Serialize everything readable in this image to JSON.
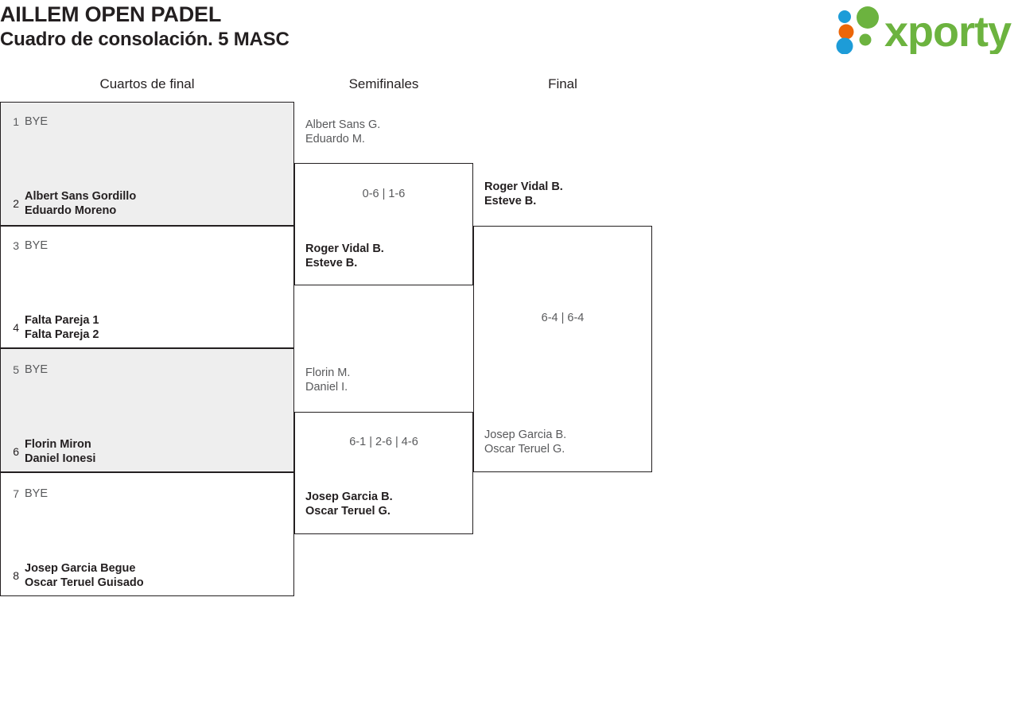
{
  "header": {
    "tournament": "AILLEM OPEN PADEL",
    "subtitle": "Cuadro de consolación. 5 MASC",
    "logo_text": "xporty",
    "logo_colors": {
      "green": "#6cb33f",
      "orange": "#ec6608",
      "blue": "#1d9cd8"
    }
  },
  "rounds": [
    {
      "key": "quarterfinals",
      "label": "Cuartos de final"
    },
    {
      "key": "semifinals",
      "label": "Semifinales"
    },
    {
      "key": "final",
      "label": "Final"
    }
  ],
  "colors": {
    "shaded_row": "#eeeeee",
    "border": "#231f20",
    "winner_text": "#231f20",
    "loser_text": "#58595b"
  },
  "quarterfinals": [
    {
      "shaded": true,
      "top": {
        "seed": "1",
        "line1": "BYE",
        "line2": "",
        "status": "bye"
      },
      "bottom": {
        "seed": "2",
        "line1": "Albert Sans Gordillo",
        "line2": "Eduardo Moreno",
        "status": "winner"
      }
    },
    {
      "shaded": false,
      "top": {
        "seed": "3",
        "line1": "BYE",
        "line2": "",
        "status": "bye"
      },
      "bottom": {
        "seed": "4",
        "line1": "Falta Pareja 1",
        "line2": "Falta Pareja 2",
        "status": "winner"
      }
    },
    {
      "shaded": true,
      "top": {
        "seed": "5",
        "line1": "BYE",
        "line2": "",
        "status": "bye"
      },
      "bottom": {
        "seed": "6",
        "line1": "Florin Miron",
        "line2": "Daniel Ionesi",
        "status": "winner"
      }
    },
    {
      "shaded": false,
      "top": {
        "seed": "7",
        "line1": "BYE",
        "line2": "",
        "status": "bye"
      },
      "bottom": {
        "seed": "8",
        "line1": "Josep Garcia Begue",
        "line2": "Oscar Teruel Guisado",
        "status": "winner"
      }
    }
  ],
  "semifinals": [
    {
      "score": "0-6 | 1-6",
      "top": {
        "line1": "Albert Sans G.",
        "line2": "Eduardo M.",
        "status": "loser"
      },
      "bottom": {
        "line1": "Roger Vidal B.",
        "line2": "Esteve B.",
        "status": "winner"
      }
    },
    {
      "score": "6-1 | 2-6 | 4-6",
      "top": {
        "line1": "Florin M.",
        "line2": "Daniel I.",
        "status": "loser"
      },
      "bottom": {
        "line1": "Josep Garcia B.",
        "line2": "Oscar Teruel G.",
        "status": "winner"
      }
    }
  ],
  "final": {
    "score": "6-4 | 6-4",
    "top": {
      "line1": "Roger Vidal B.",
      "line2": "Esteve B.",
      "status": "winner"
    },
    "bottom": {
      "line1": "Josep Garcia B.",
      "line2": "Oscar Teruel G.",
      "status": "loser"
    }
  }
}
